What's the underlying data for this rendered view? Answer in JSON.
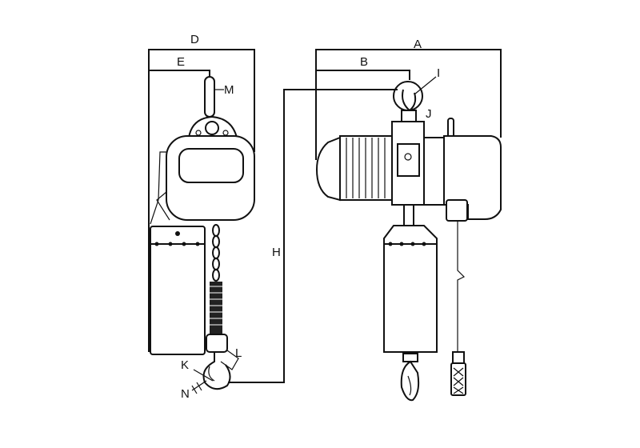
{
  "diagram": {
    "labels": {
      "A": "A",
      "B": "B",
      "D": "D",
      "E": "E",
      "H": "H",
      "I": "I",
      "J": "J",
      "K": "K",
      "L": "L",
      "M": "M",
      "N": "N"
    },
    "line_color": "#111111",
    "background": "#ffffff"
  }
}
